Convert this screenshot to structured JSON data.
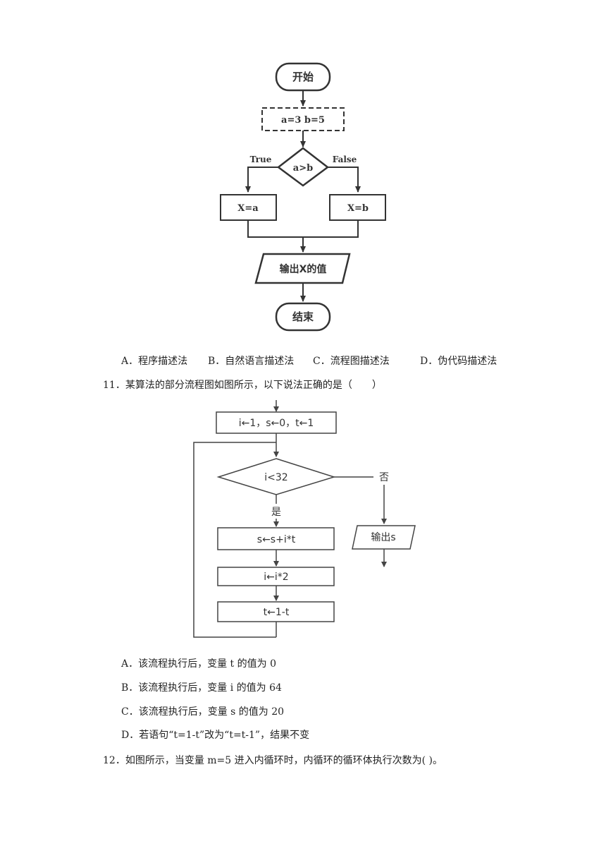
{
  "flowchart1": {
    "start": "开始",
    "init": "a=3  b=5",
    "condition": "a>b",
    "true_label": "True",
    "false_label": "False",
    "true_box": "X=a",
    "false_box": "X=b",
    "output": "输出X的值",
    "end": "结束"
  },
  "q10_options": [
    "A．程序描述法",
    "B．自然语言描述法",
    "C．流程图描述法",
    "D．伪代码描述法"
  ],
  "q11": {
    "stem": "11．某算法的部分流程图如图所示，以下说法正确的是（　　）",
    "options": [
      "A．该流程执行后，变量 t 的值为 0",
      "B．该流程执行后，变量 i 的值为 64",
      "C．该流程执行后，变量 s 的值为 20",
      "D．若语句“t=1-t”改为“t=t-1”，结果不变"
    ]
  },
  "flowchart2": {
    "init": "i←1，s←0，t←1",
    "condition": "i<32",
    "yes_label": "是",
    "no_label": "否",
    "step1": "s←s+i*t",
    "step2": "i←i*2",
    "step3": "t←1-t",
    "output": "输出s"
  },
  "q12": {
    "stem": "12．如图所示，当变量 m=5 进入内循环时，内循环的循环体执行次数为(  )。"
  }
}
